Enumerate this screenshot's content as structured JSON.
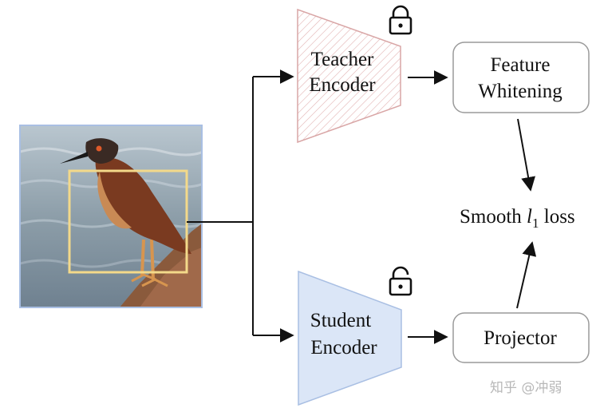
{
  "teacher_encoder": {
    "line1": "Teacher",
    "line2": "Encoder",
    "lock_state": "locked",
    "color": "#d9a6a6"
  },
  "student_encoder": {
    "line1": "Student",
    "line2": "Encoder",
    "lock_state": "unlocked",
    "color": "#dbe6f7",
    "border_color": "#a9bfe3"
  },
  "feature_whitening": {
    "line1": "Feature",
    "line2": "Whitening"
  },
  "projector": {
    "label": "Projector"
  },
  "loss": {
    "prefix": "Smooth ",
    "symbol": "l",
    "subscript": "1",
    "suffix": " loss"
  },
  "input_image": {
    "subject": "night heron",
    "crop_box_color": "#f3d98a",
    "border_color": "#a9bfe3"
  },
  "watermark": "知乎 @冲弱"
}
